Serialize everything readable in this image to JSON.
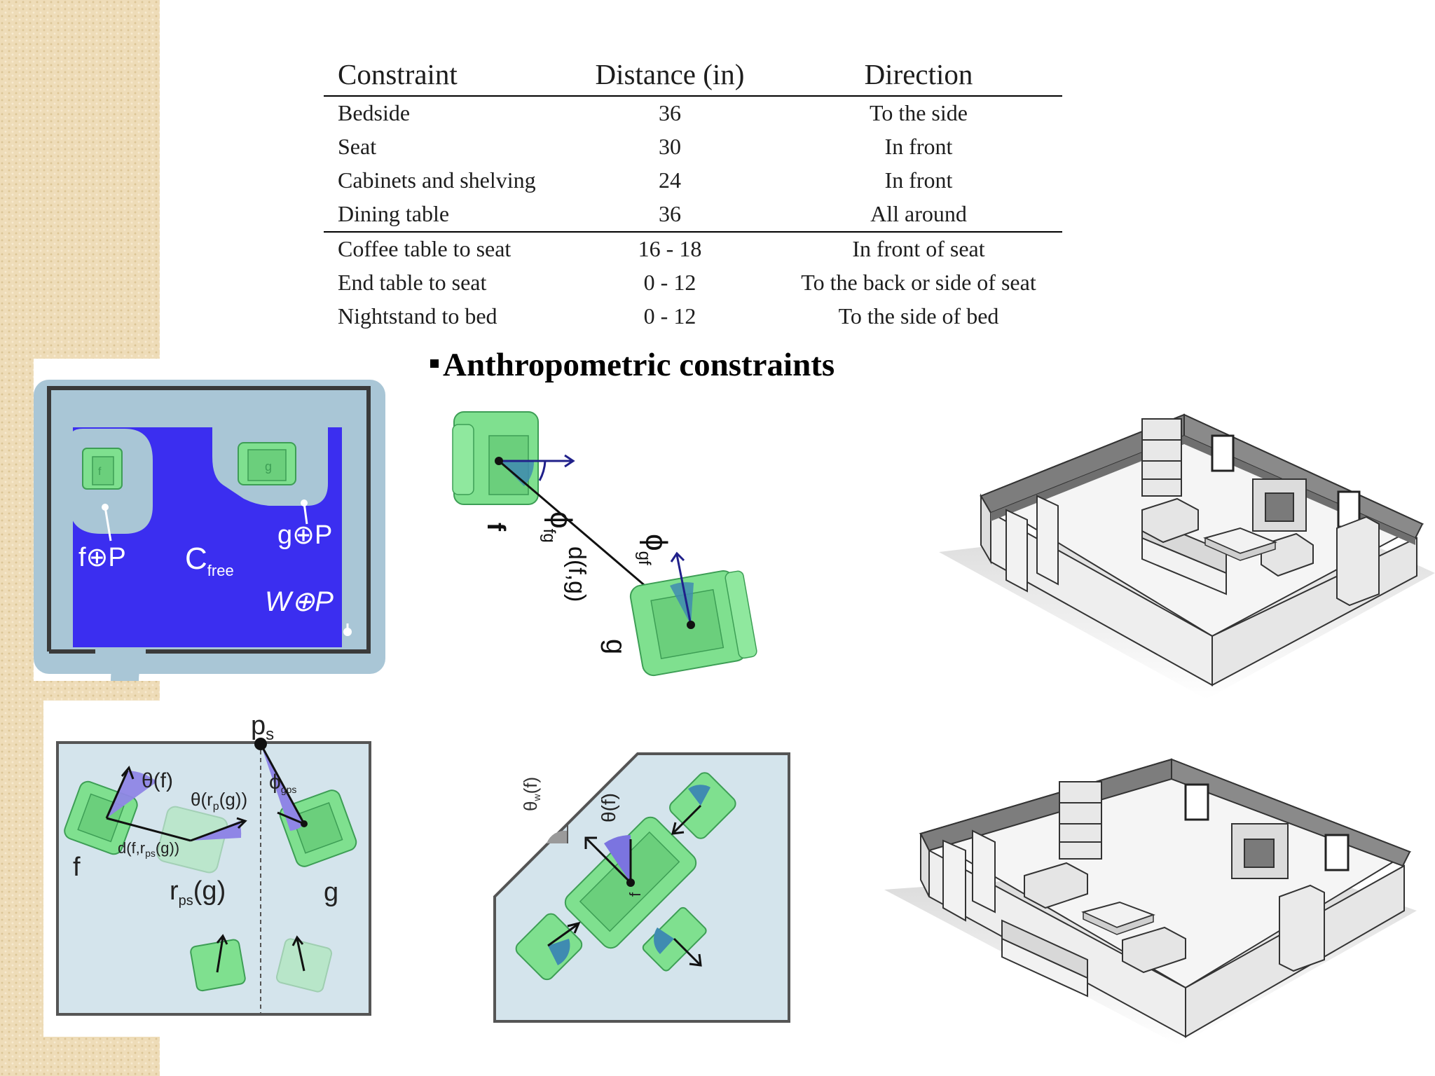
{
  "table": {
    "headers": [
      "Constraint",
      "Distance (in)",
      "Direction"
    ],
    "rows": [
      [
        "Bedside",
        "36",
        "To the side"
      ],
      [
        "Seat",
        "30",
        "In front"
      ],
      [
        "Cabinets and shelving",
        "24",
        "In front"
      ],
      [
        "Dining table",
        "36",
        "All around"
      ],
      [
        "Coffee table to seat",
        "16 - 18",
        "In front of seat"
      ],
      [
        "End table to seat",
        "0 - 12",
        "To the back or side of seat"
      ],
      [
        "Nightstand to bed",
        "0 - 12",
        "To the side of bed"
      ]
    ]
  },
  "heading": "Anthropometric constraints",
  "fig_free_space": {
    "label_f": "f",
    "label_g": "g",
    "label_fp": "f⊕P",
    "label_gp": "g⊕P",
    "label_c": "C",
    "label_c_sub": "free",
    "label_wp": "W⊕P"
  },
  "fig_pair": {
    "label_f": "f",
    "label_g": "g",
    "label_dist": "d(f,g)",
    "label_phi_fg": "ϕ",
    "label_phi_fg_sub": "fg",
    "label_phi_gf": "ϕ",
    "label_phi_gf_sub": "gf"
  },
  "fig_symmetry": {
    "label_ps": "p",
    "label_ps_sub": "s",
    "label_theta_f": "θ(f)",
    "label_theta_rp": "θ(r",
    "label_theta_rp_sub": "p",
    "label_theta_rp_end": "(g))",
    "label_phi": "ϕ",
    "label_phi_sub": "gps",
    "label_dist": "d(f,r",
    "label_dist_sub": "ps",
    "label_dist_end": "(g))",
    "label_f": "f",
    "label_g": "g",
    "label_rps": "r",
    "label_rps_sub": "ps",
    "label_rps_end": "(g)"
  },
  "fig_wall": {
    "label_theta_w": "θ",
    "label_theta_w_sub": "w",
    "label_theta_w_end": "(f)",
    "label_theta_f": "θ(f)",
    "label_f": "f"
  },
  "colors": {
    "accent_blue": "#3b2ef0",
    "furniture_green": "#7fe08f",
    "panel_light_blue": "#a9c6d6",
    "floor_light": "#d4e4ec"
  }
}
